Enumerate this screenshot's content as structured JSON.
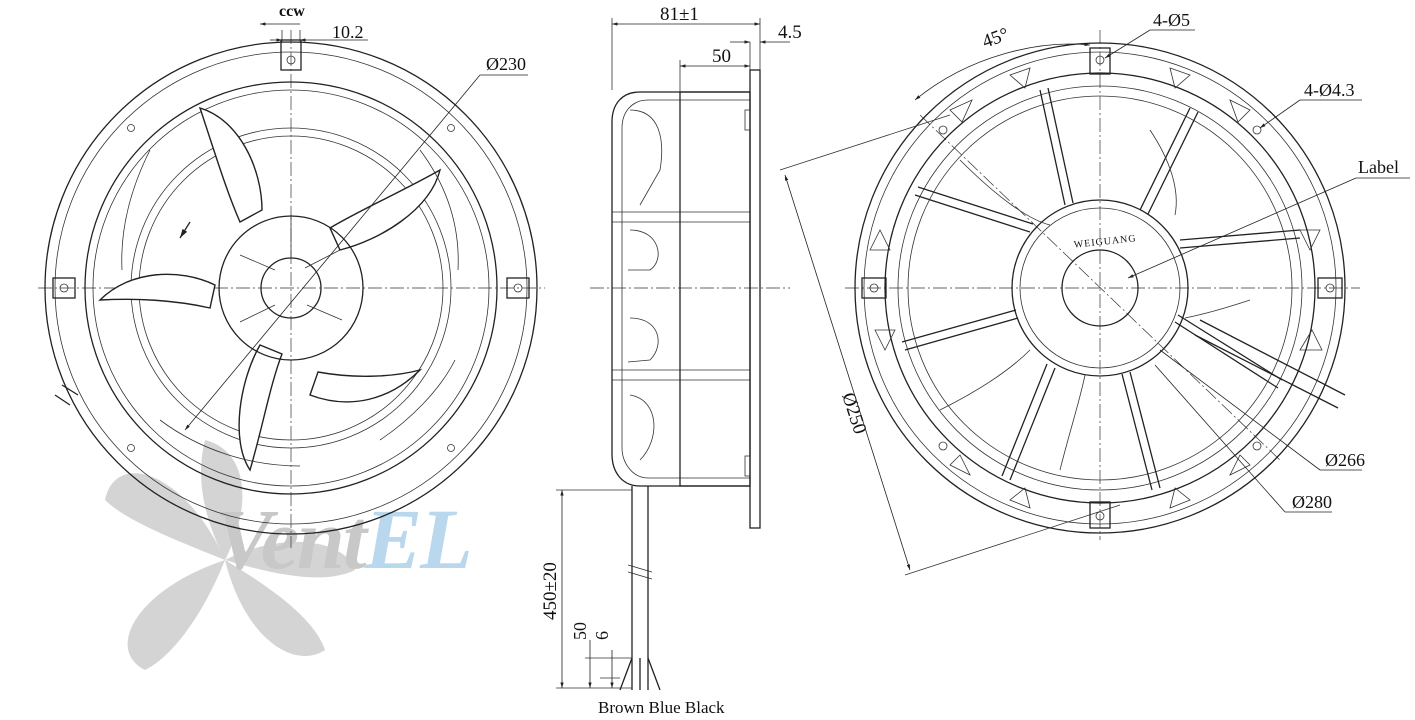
{
  "watermark": {
    "brand": "VentEL",
    "brand_dark": "Vent",
    "brand_light": "EL",
    "color_dark": "#c8c8c8",
    "color_light": "#b9d8ee"
  },
  "front_view": {
    "rotation": "ccw",
    "dim_tab": "10.2",
    "dim_diameter": "Ø230"
  },
  "side_view": {
    "dim_depth": "81±1",
    "dim_flange": "4.5",
    "dim_hub": "50",
    "dim_cable_length": "450±20",
    "dim_strip": "50",
    "dim_tip": "6",
    "wire_colors": "Brown Blue Black"
  },
  "back_view": {
    "dim_angle": "45°",
    "dim_holes_large": "4-Ø5",
    "dim_holes_small": "4-Ø4.3",
    "label_callout": "Label",
    "dim_d250": "Ø250",
    "dim_d266": "Ø266",
    "dim_d280": "Ø280",
    "hub_logo": "WEIGUANG"
  }
}
